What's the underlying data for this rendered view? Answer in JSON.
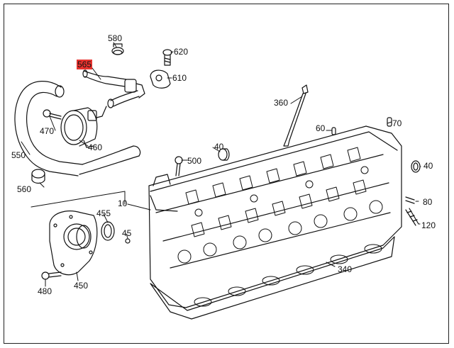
{
  "callouts": {
    "c580": "580",
    "c620": "620",
    "c565": "565",
    "c610": "610",
    "c360": "360",
    "c470": "470",
    "c70": "70",
    "c60": "60",
    "c550": "550",
    "c460": "460",
    "c40a": "40",
    "c500": "500",
    "c40b": "40",
    "c560": "560",
    "c10": "10",
    "c80": "80",
    "c455": "455",
    "c45": "45",
    "c120": "120",
    "c340": "340",
    "c480": "480",
    "c450": "450"
  },
  "highlight_color": "#e8332f",
  "highlighted_part": "565"
}
